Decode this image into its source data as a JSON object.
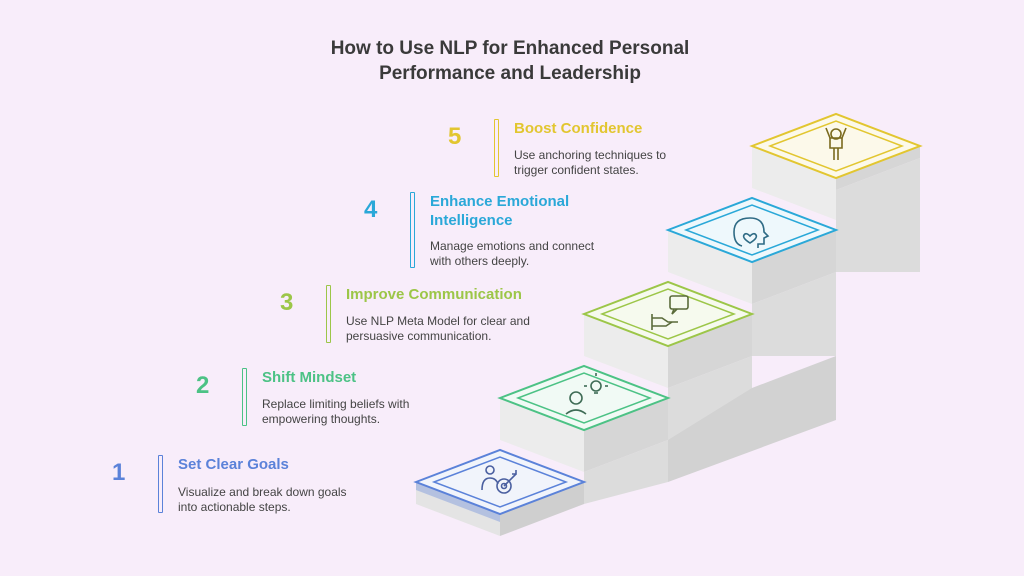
{
  "title_line1": "How to Use NLP for Enhanced Personal",
  "title_line2": "Performance and Leadership",
  "steps": [
    {
      "number": "1",
      "heading": "Set Clear Goals",
      "desc_line1": "Visualize and break down goals",
      "desc_line2": "into actionable steps.",
      "color": "#5b82d9",
      "icon": "target-person-icon"
    },
    {
      "number": "2",
      "heading": "Shift Mindset",
      "desc_line1": "Replace limiting beliefs with",
      "desc_line2": "empowering thoughts.",
      "color": "#4cc285",
      "icon": "lightbulb-head-icon"
    },
    {
      "number": "3",
      "heading": "Improve Communication",
      "desc_line1": "Use NLP Meta Model for clear and",
      "desc_line2": "persuasive communication.",
      "color": "#9cc648",
      "icon": "handshake-chat-icon"
    },
    {
      "number": "4",
      "heading": "Enhance Emotional",
      "heading_line2": "Intelligence",
      "desc_line1": "Manage emotions and connect",
      "desc_line2": "with others deeply.",
      "color": "#2aa8d8",
      "icon": "heart-head-icon"
    },
    {
      "number": "5",
      "heading": "Boost Confidence",
      "desc_line1": "Use anchoring techniques to",
      "desc_line2": "trigger confident states.",
      "color": "#e2c630",
      "icon": "cheering-person-icon"
    }
  ]
}
